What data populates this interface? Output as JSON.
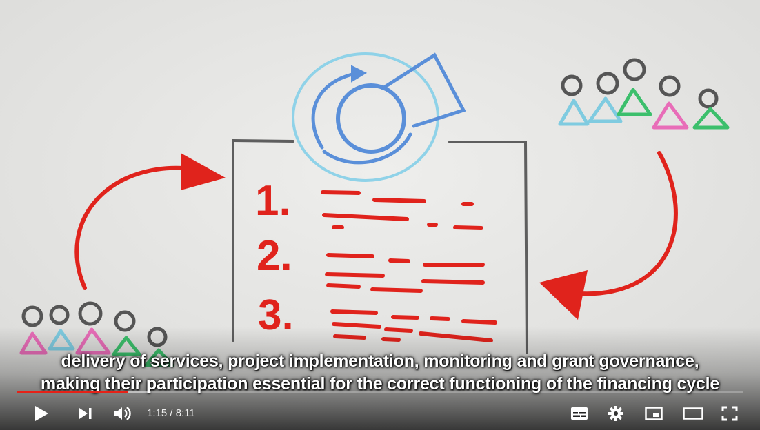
{
  "player": {
    "captions": [
      "delivery of services, project implementation, monitoring and grant governance,",
      "making their participation essential for the correct functioning of the financing cycle"
    ],
    "time": {
      "current": "1:15",
      "duration": "8:11",
      "display": "1:15 / 8:11"
    },
    "progress": {
      "played_fraction": 0.153,
      "loaded_fraction": 0.185
    },
    "controls": {
      "play_icon": "play-icon",
      "next_icon": "next-icon",
      "volume_icon": "volume-icon",
      "subtitles_icon": "subtitles-icon",
      "settings_icon": "gear-icon",
      "miniplayer_icon": "miniplayer-icon",
      "theater_icon": "theater-mode-icon",
      "fullscreen_icon": "fullscreen-icon"
    }
  },
  "whiteboard": {
    "list_numbers": [
      "1.",
      "2.",
      "3."
    ]
  },
  "colors": {
    "marker_red": "#e0231c",
    "progress_red": "#e62117",
    "board_background": "#e9e9e7"
  }
}
